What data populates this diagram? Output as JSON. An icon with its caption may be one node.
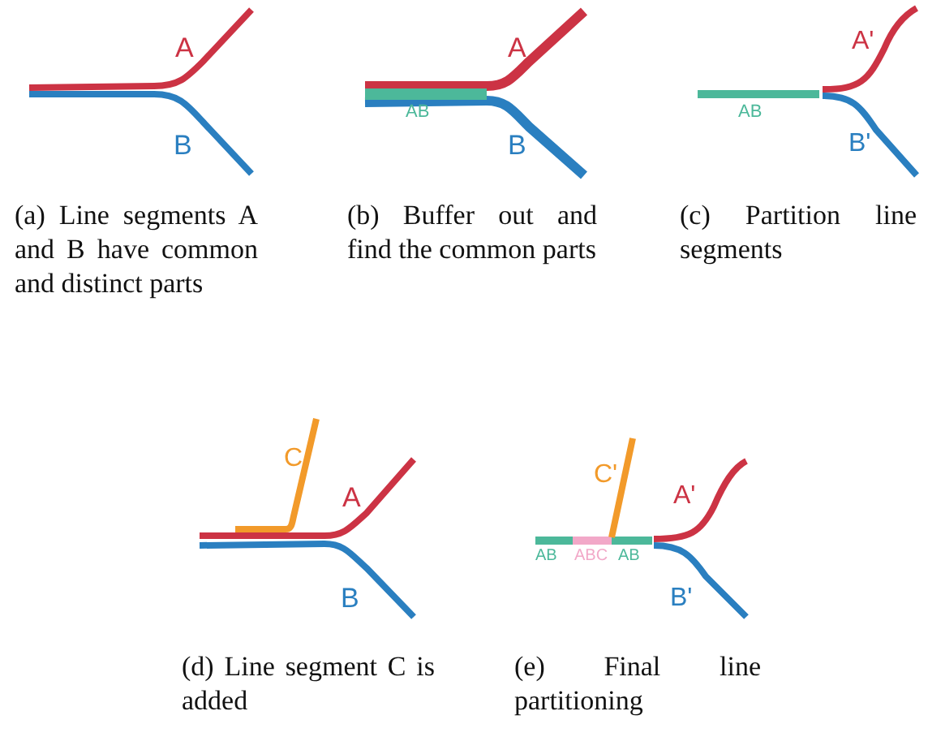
{
  "diagram": {
    "labels": [
      "A",
      "B",
      "(a) Line segments A and B have common and distinct parts",
      "A",
      "AB",
      "B",
      "(b) Buffer out and find the common parts",
      "A'",
      "AB",
      "B'",
      "(c) Partition line segments",
      "C",
      "A",
      "B",
      "(d) Line segment C is added",
      "C'",
      "A'",
      "AB",
      "ABC",
      "AB",
      "B'",
      "(e) Final line partitioning"
    ]
  }
}
